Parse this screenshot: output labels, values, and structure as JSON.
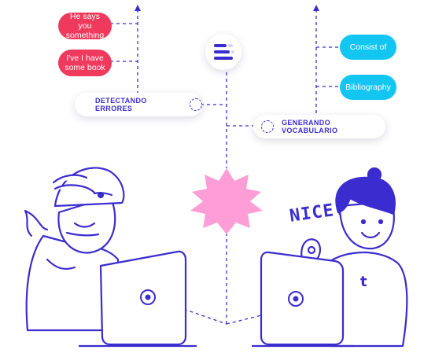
{
  "bubbles": {
    "says_something": "He says you something",
    "have_book": "I've I have some book",
    "consist_of": "Consist of",
    "bibliography": "Bibliography"
  },
  "pills": {
    "detecting_errors": "DETECTANDO ERRORES",
    "generating_vocab": "GENERANDO VOCABULARIO"
  },
  "annotation": "NICE!",
  "shirt_logo": "t",
  "colors": {
    "ink": "#3b2ccf",
    "red": "#ef3a5d",
    "cyan": "#12c6f1",
    "pink_burst": "#ff9ed6"
  },
  "icons": [
    "menu-lines-icon",
    "loading-spinner-icon",
    "starburst-icon",
    "laptop-icon"
  ]
}
